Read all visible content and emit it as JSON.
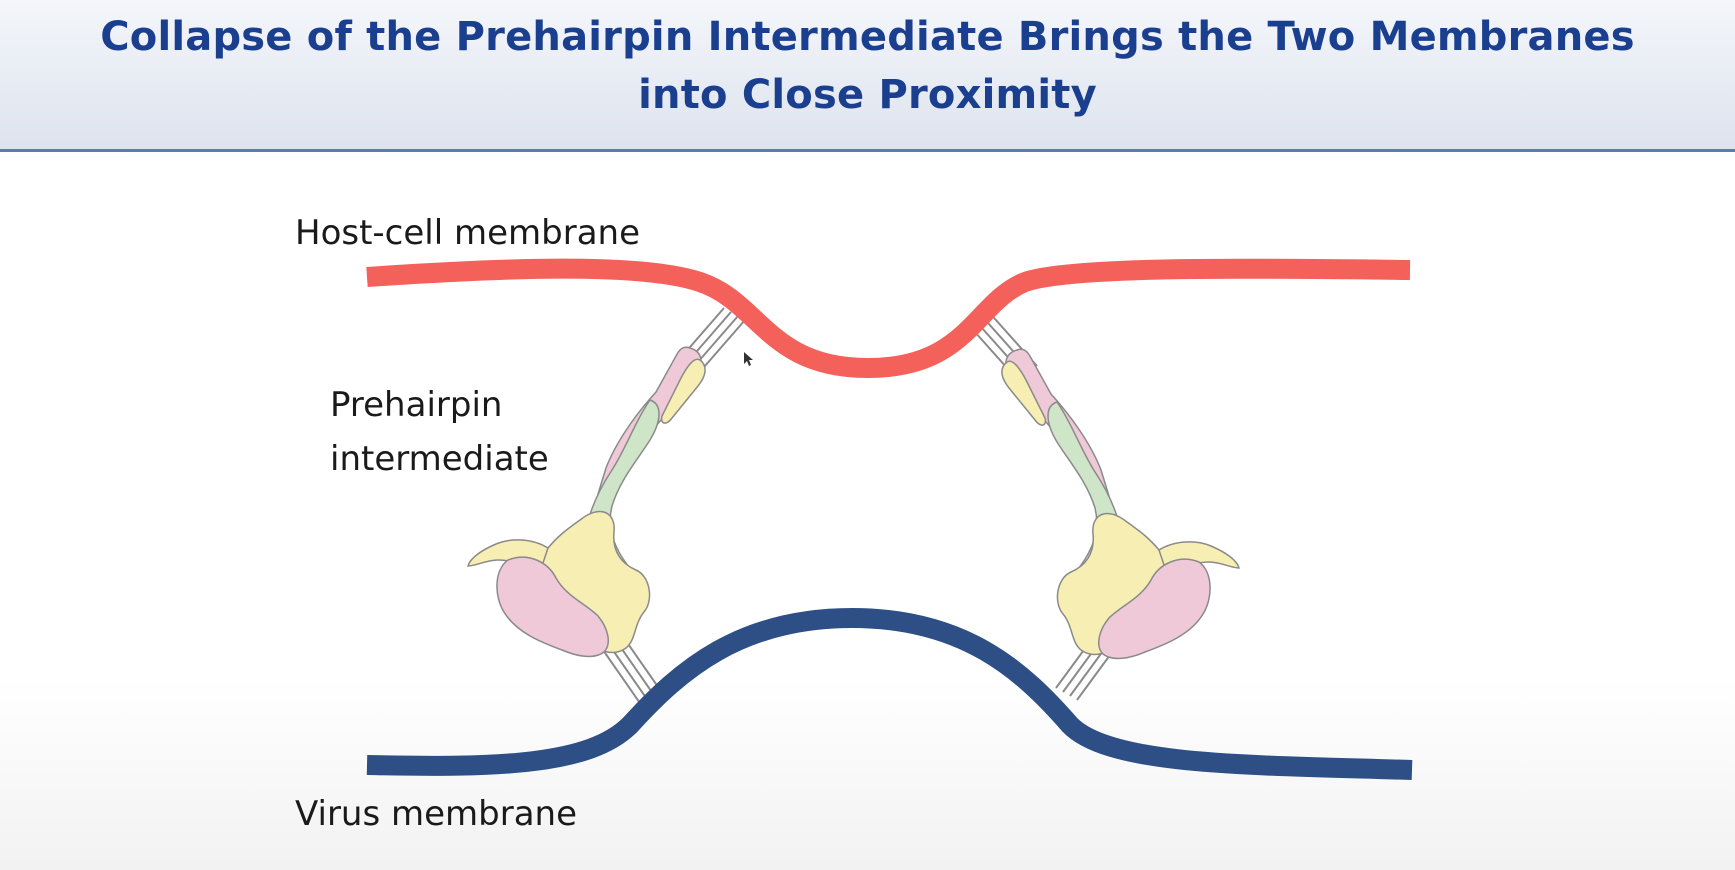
{
  "slide": {
    "title_line1": "Collapse of the Prehairpin Intermediate Brings the Two Membranes",
    "title_line2": "into Close Proximity"
  },
  "labels": {
    "host_membrane": "Host-cell membrane",
    "prehairpin_line1": "Prehairpin",
    "prehairpin_line2": "intermediate",
    "virus_membrane": "Virus membrane"
  },
  "colors": {
    "title_text": "#1b3f8f",
    "title_border": "#5a79b5",
    "host_membrane": "#f4605a",
    "virus_membrane": "#2d4f86",
    "protein_pink": "#efc9d8",
    "protein_yellow": "#f6eeb3",
    "protein_green": "#cfe5c8",
    "protein_outline": "#8a8a8a"
  }
}
